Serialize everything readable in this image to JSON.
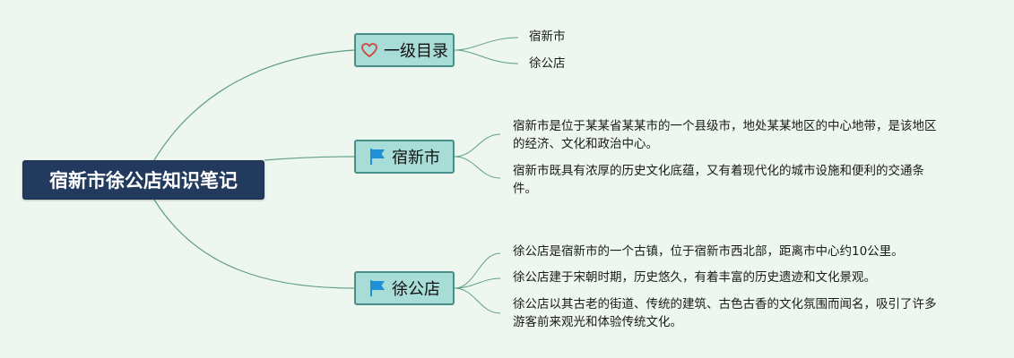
{
  "root": {
    "title": "宿新市徐公店知识笔记"
  },
  "branches": {
    "toc": {
      "label": "一级目录",
      "icon": "heart-icon",
      "items": [
        "宿新市",
        "徐公店"
      ]
    },
    "suxin": {
      "label": "宿新市",
      "icon": "flag-icon",
      "items": [
        {
          "line1": "宿新市是位于某某省某某市的一个县级市，地处某某地区的中心地带，是该地区",
          "line2": "的经济、文化和政治中心。"
        },
        {
          "line1": "宿新市既具有浓厚的历史文化底蕴，又有着现代化的城市设施和便利的交通条",
          "line2": "件。"
        }
      ]
    },
    "xugong": {
      "label": "徐公店",
      "icon": "flag-icon",
      "items": [
        {
          "line1": "徐公店是宿新市的一个古镇，位于宿新市西北部，距离市中心约10公里。"
        },
        {
          "line1": "徐公店建于宋朝时期，历史悠久，有着丰富的历史遗迹和文化景观。"
        },
        {
          "line1": "徐公店以其古老的街道、传统的建筑、古色古香的文化氛围而闻名，吸引了许多",
          "line2": "游客前来观光和体验传统文化。"
        }
      ]
    }
  },
  "colors": {
    "background": "#eef7ef",
    "root_fill": "#223a5e",
    "branch_fill": "#a8dcd7",
    "branch_border": "#4a8e89",
    "connector": "#5f9e85",
    "heart": "#d0463c",
    "flag": "#1f8fd6"
  }
}
